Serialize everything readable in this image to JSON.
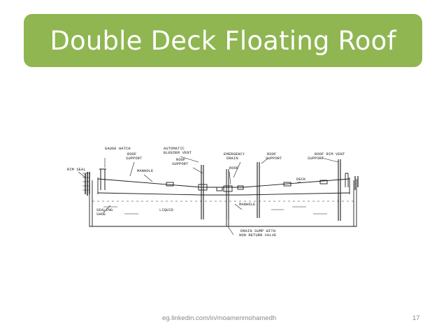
{
  "slide": {
    "title": "Double Deck Floating Roof",
    "footer_text": "eg.linkedin.com/in/moamenmohamedh",
    "page_number": "17",
    "banner_color": "#8fb651"
  },
  "diagram": {
    "labels": {
      "gauge_hatch": "GAUGE HATCH",
      "roof_support_left": "ROOF\nSUPPORT",
      "rim_seal": "RIM SEAL",
      "manhole_left": "MANHOLE",
      "automatic_bleeder_vent": "AUTOMATIC\nBLEEDER VENT",
      "roof_support_mid": "ROOF\nSUPPORT",
      "emergency_drain": "EMERGENCY\nDRAIN",
      "roof_center": "ROOF",
      "roof_support_right": "ROOF\nSUPPORT",
      "roof_rim_vent": "ROOF RIM VENT",
      "support_right": "SUPPORT",
      "deck": "DECK",
      "manhole_center": "MANHOLE",
      "sealing_shoe": "SEALING\nSHOE",
      "liquid": "LIQUID",
      "drain_sump": "DRAIN SUMP WITH\nNON RETURN VALVE"
    }
  }
}
